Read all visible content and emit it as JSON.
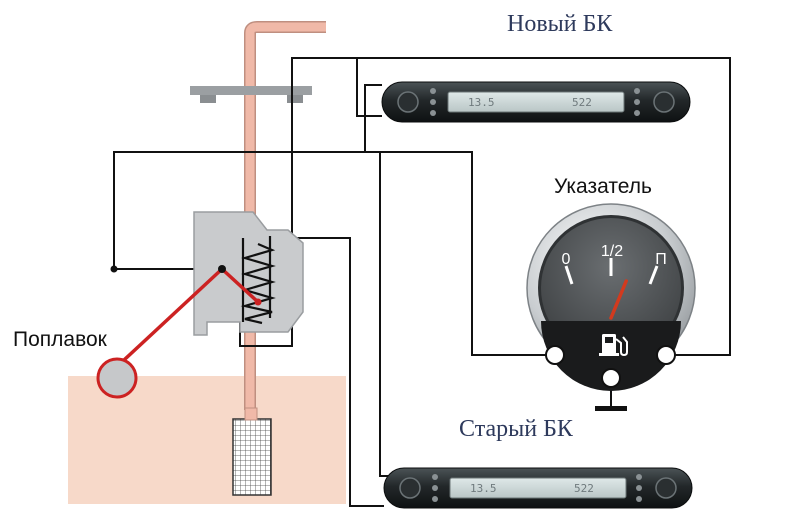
{
  "labels": {
    "new_bk": "Новый БК",
    "old_bk": "Старый БК",
    "gauge": "Указатель",
    "float": "Поплавок"
  },
  "gauge": {
    "mark_empty": "0",
    "mark_half": "1/2",
    "mark_full": "П",
    "needle_level": 0.82
  },
  "computer_display": {
    "left_value": "13.5",
    "right_value": "522"
  },
  "colors": {
    "wire": "#111111",
    "float_arm": "#cc2222",
    "tank_fluid": "#f7d9c9",
    "fuel_pipe": "#f0b9a8",
    "sensor_body": "#c9cbcd",
    "label_blue": "#2e3a5c"
  }
}
